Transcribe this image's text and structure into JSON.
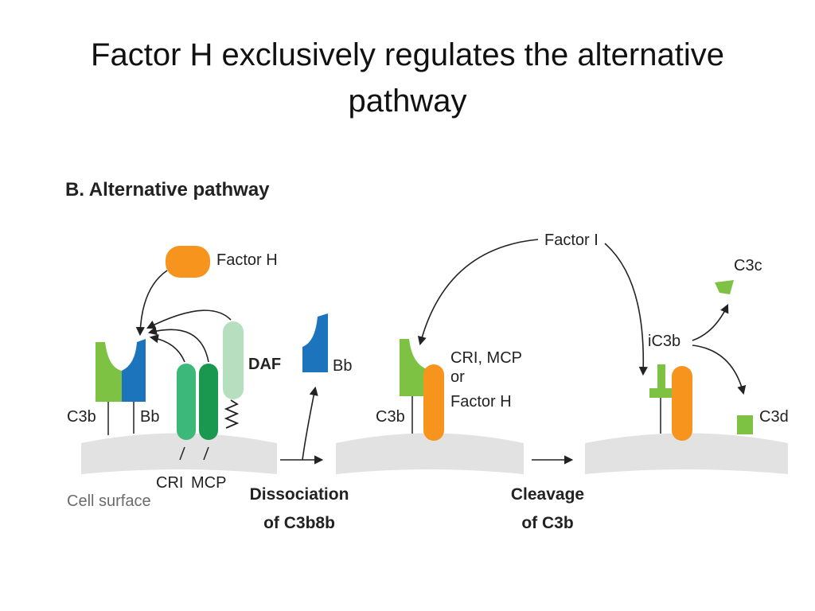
{
  "slide": {
    "title": "Factor H exclusively regulates the alternative pathway"
  },
  "panel": {
    "heading": "B. Alternative pathway"
  },
  "labels": {
    "factor_h": "Factor H",
    "c3b_1": "C3b",
    "bb_1": "Bb",
    "daf": "DAF",
    "bb_free": "Bb",
    "cri": "CRI",
    "mcp": "MCP",
    "cell_surface": "Cell surface",
    "step1_line1": "Dissociation",
    "step1_line2": "of C3b8b",
    "factor_i": "Factor I",
    "c3b_2": "C3b",
    "cofactor_line1": "CRI, MCP",
    "cofactor_line2": "or",
    "cofactor_line3": "Factor H",
    "step2_line1": "Cleavage",
    "step2_line2": "of C3b",
    "ic3b": "iC3b",
    "c3c": "C3c",
    "c3d": "C3d"
  },
  "colors": {
    "c3b_green": "#7dc242",
    "bb_blue": "#1c75bc",
    "factor_h_orange": "#f7941d",
    "cri_green": "#3cb878",
    "mcp_green": "#1a9850",
    "daf_green": "#b5dfbf",
    "membrane_grey": "#e2e2e2"
  }
}
